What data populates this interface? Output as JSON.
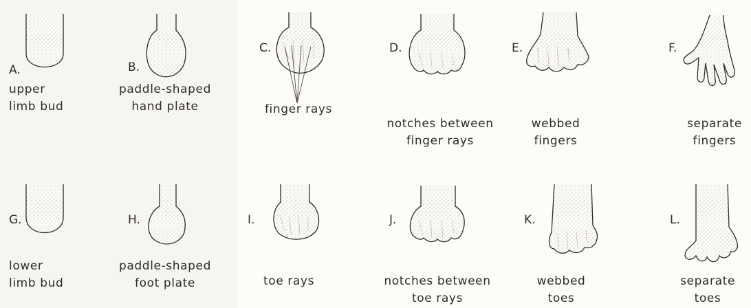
{
  "panels": [
    {
      "letter": "A.",
      "caption": [
        "upper",
        "limb bud"
      ]
    },
    {
      "letter": "B.",
      "caption": [
        "paddle-shaped",
        "hand plate"
      ]
    },
    {
      "letter": "C.",
      "caption": [
        "finger rays"
      ]
    },
    {
      "letter": "D.",
      "caption": [
        "notches between",
        "finger rays"
      ]
    },
    {
      "letter": "E.",
      "caption": [
        "webbed",
        "fingers"
      ]
    },
    {
      "letter": "F.",
      "caption": [
        "separate",
        "fingers"
      ]
    },
    {
      "letter": "G.",
      "caption": [
        "lower",
        "limb bud"
      ]
    },
    {
      "letter": "H.",
      "caption": [
        "paddle-shaped",
        "foot plate"
      ]
    },
    {
      "letter": "I.",
      "caption": [
        "toe rays"
      ]
    },
    {
      "letter": "J.",
      "caption": [
        "notches between",
        "toe rays"
      ]
    },
    {
      "letter": "K.",
      "caption": [
        "webbed",
        "toes"
      ]
    },
    {
      "letter": "L.",
      "caption": [
        "separate",
        "toes"
      ]
    }
  ]
}
